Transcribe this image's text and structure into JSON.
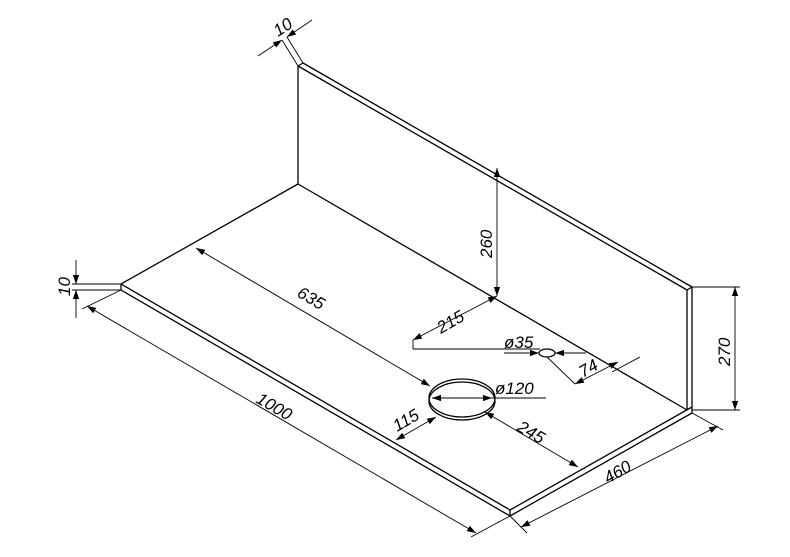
{
  "drawing": {
    "dimensions": {
      "wall_thickness_top": "10",
      "slab_thickness_left": "10",
      "overall_length": "1000",
      "hole_position_along": "635",
      "hole_position_across": "115",
      "wall_height_inner": "260",
      "small_hole_offset": "215",
      "small_hole_diameter": "ø35",
      "small_hole_spacing": "74",
      "large_hole_diameter": "ø120",
      "large_hole_offset": "245",
      "depth": "460",
      "wall_height_outer": "270"
    },
    "colors": {
      "line": "#000000",
      "background": "#ffffff"
    }
  }
}
